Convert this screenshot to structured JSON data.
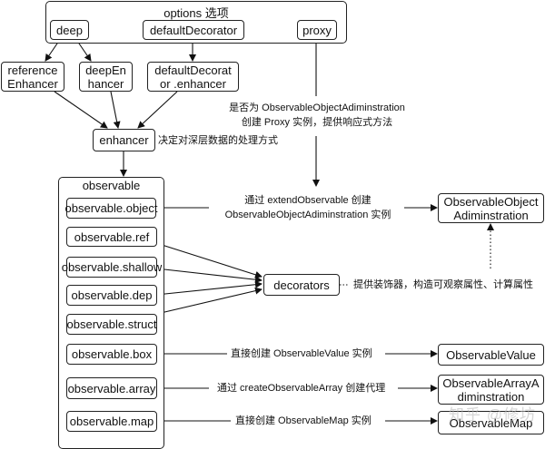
{
  "options": {
    "title": "options 选项",
    "deep": "deep",
    "defaultDecorator": "defaultDecorator",
    "proxy": "proxy"
  },
  "enhancers": {
    "reference": "reference\nEnhancer",
    "deep": "deepEn\nhancer",
    "default": "defaultDecorat\nor .enhancer"
  },
  "enhancer": {
    "label": "enhancer",
    "note": "决定对深层数据的处理方式"
  },
  "proxy_note": {
    "line1": "是否为 ObservableObjectAdiminstration",
    "line2": "创建 Proxy 实例，提供响应式方法"
  },
  "observable": {
    "title": "observable",
    "items": [
      "observable.object",
      "observable.ref",
      "observable.shallow",
      "observable.dep",
      "observable.struct",
      "observable.box",
      "observable.array",
      "observable.map"
    ]
  },
  "decorators": {
    "label": "decorators",
    "note": "提供装饰器，构造可观察属性、计算属性"
  },
  "targets": {
    "object_adm": "ObservableObject\nAdiminstration",
    "value": "ObservableValue",
    "array_adm": "ObservableArrayA\ndiminstration",
    "map": "ObservableMap"
  },
  "edge_labels": {
    "object_line1": "通过 extendObservable 创建",
    "object_line2": "ObservableObjectAdiminstration 实例",
    "box": "直接创建 ObservableValue 实例",
    "array": "通过 createObservableArray 创建代理",
    "map": "直接创建 ObservableMap 实例"
  },
  "watermark": "知乎 @修坊"
}
